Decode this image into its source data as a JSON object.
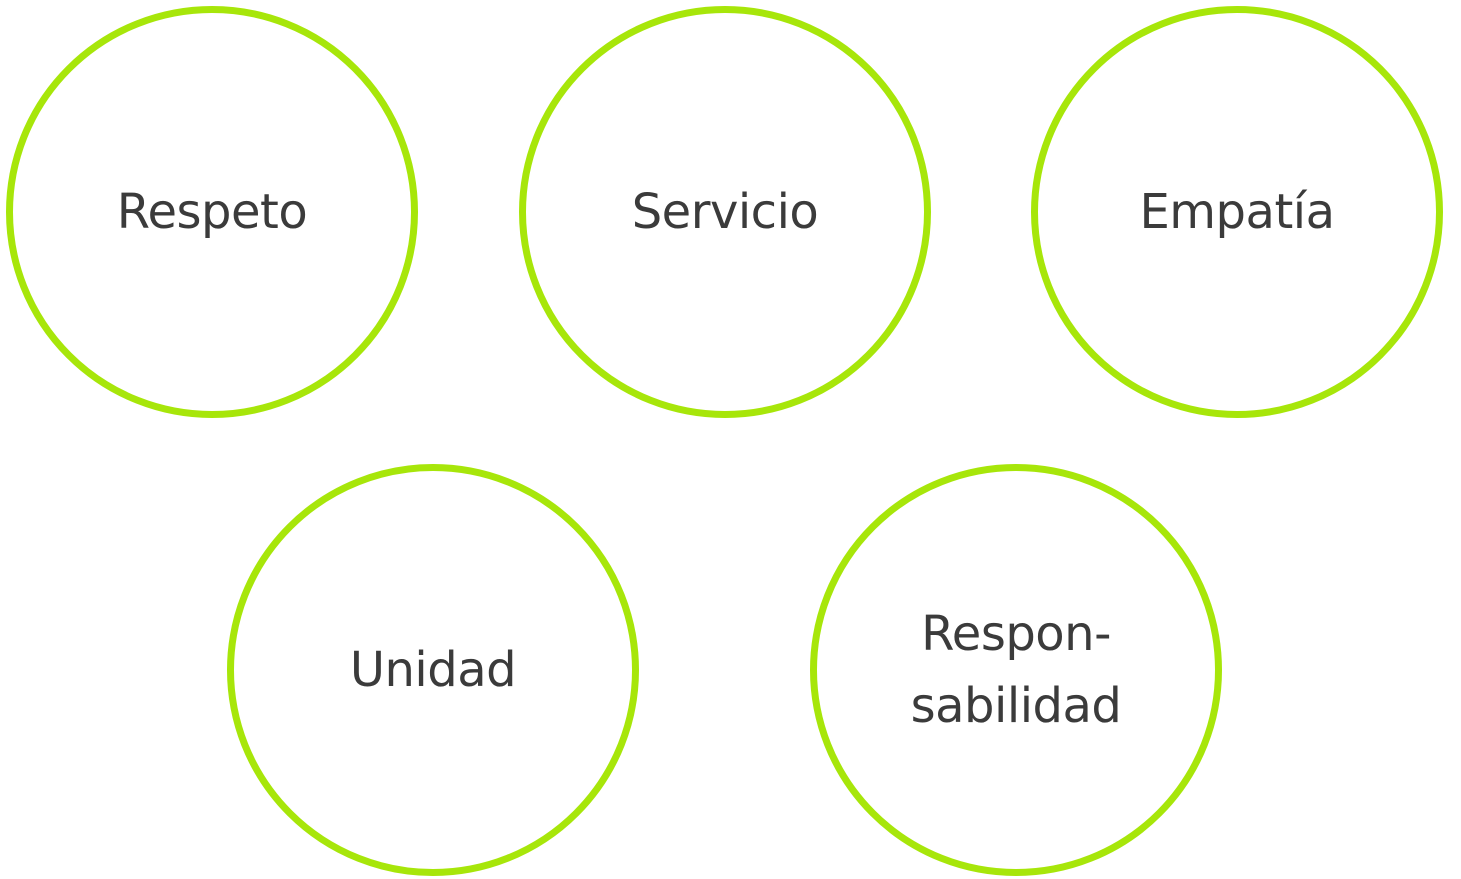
{
  "colors": {
    "ring": "#a7e60a",
    "text": "#3b3b3b",
    "background": "#ffffff"
  },
  "values": [
    {
      "id": "respeto",
      "lines": [
        "Respeto"
      ]
    },
    {
      "id": "servicio",
      "lines": [
        "Servicio"
      ]
    },
    {
      "id": "empatia",
      "lines": [
        "Empatía"
      ]
    },
    {
      "id": "unidad",
      "lines": [
        "Unidad"
      ]
    },
    {
      "id": "responsabilidad",
      "lines": [
        "Respon-",
        "sabilidad"
      ]
    }
  ]
}
